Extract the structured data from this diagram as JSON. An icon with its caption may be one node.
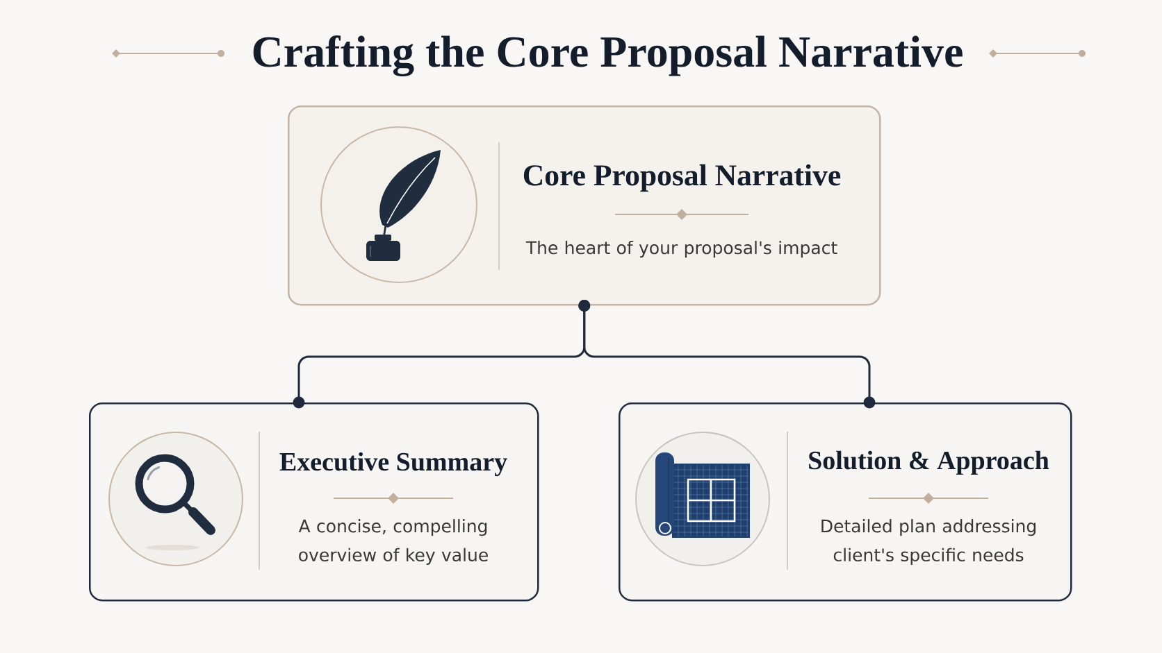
{
  "diagram": {
    "title": "Crafting the Core Proposal Narrative",
    "nodes": [
      {
        "text": [
          "Core Proposal Narrative",
          "The heart of your proposal's impact"
        ]
      },
      {
        "text": [
          "Executive Summary",
          "A concise, compelling overview of key value"
        ]
      },
      {
        "text": [
          "Solution & Approach",
          "Detailed plan addressing client's specific needs"
        ]
      }
    ],
    "edges": [
      {
        "from": 0,
        "to": 1,
        "arrow": "other"
      },
      {
        "from": 0,
        "to": 2,
        "arrow": "other"
      }
    ]
  }
}
